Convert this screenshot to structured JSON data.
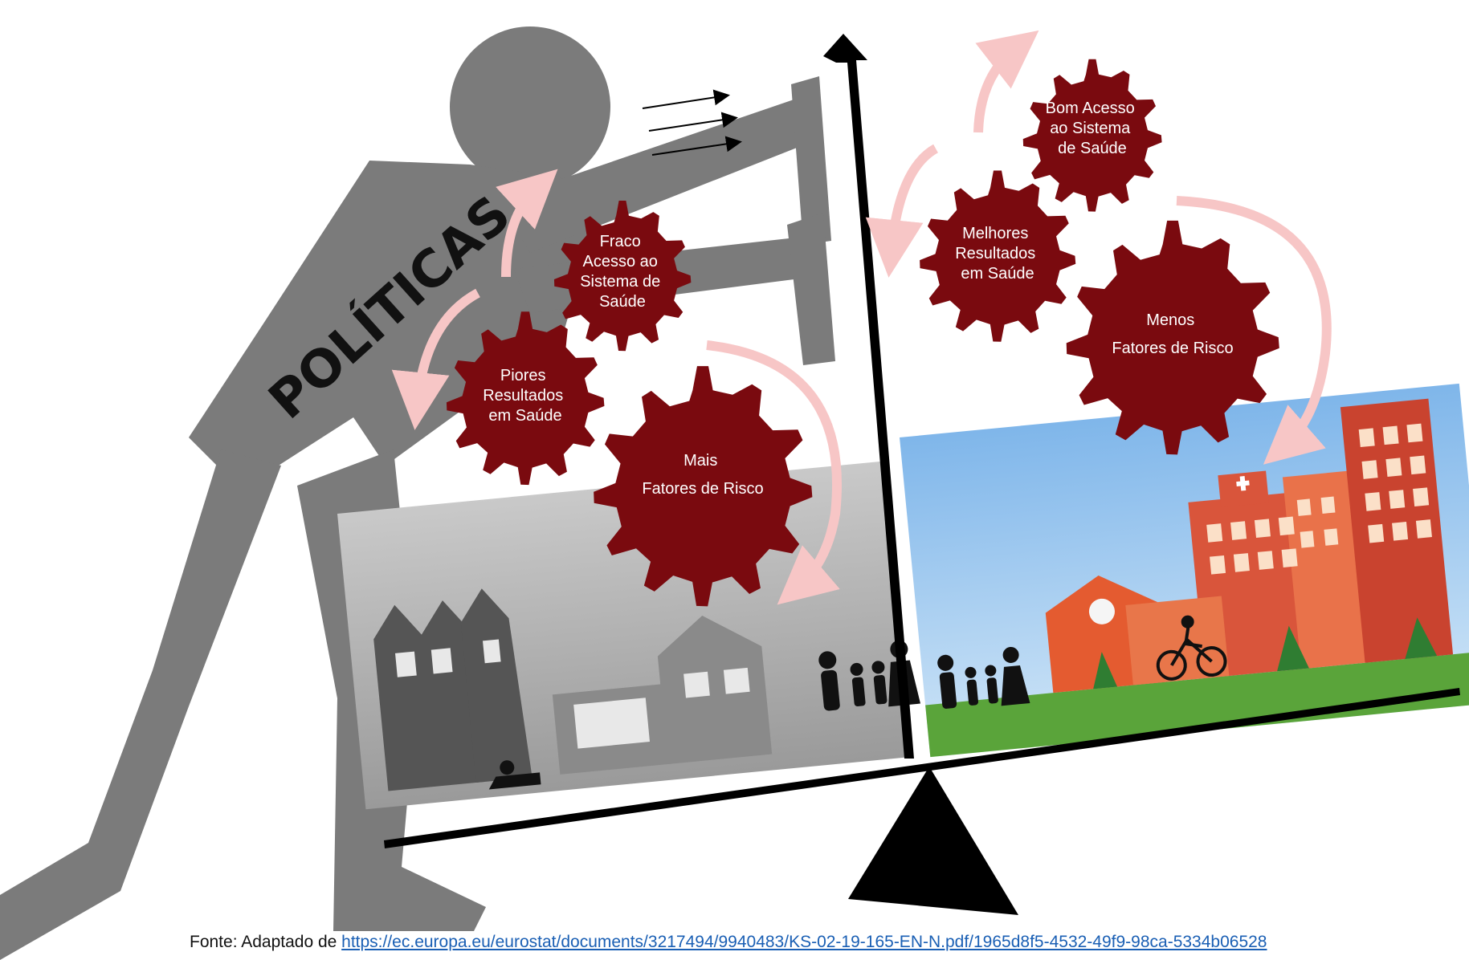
{
  "title": "POLÍTICAS",
  "left_side": {
    "gears": {
      "access": "Fraco Acesso ao Sistema de Saúde",
      "outcomes": "Piores Resultados em Saúde",
      "risk": "Mais Fatores de Risco"
    },
    "scene": "grey-town-with-family"
  },
  "right_side": {
    "gears": {
      "access": "Bom Acesso ao Sistema de Saúde",
      "outcomes": "Melhores Resultados em Saúde",
      "risk": "Menos Fatores de Risco"
    },
    "scene": "colorful-town-with-hospital"
  },
  "source": {
    "prefix": "Fonte: Adaptado de ",
    "link": "https://ec.europa.eu/eurostat/documents/3217494/9940483/KS-02-19-165-EN-N.pdf/1965d8f5-4532-49f9-98ca-5334b06528"
  },
  "colors": {
    "figure": "#7b7b7b",
    "gear": "#7a0a0f",
    "cycle_arrow": "#f7c6c6",
    "beam": "#000000",
    "sky": "#8ec1ee",
    "grass": "#5aa43a"
  },
  "icons": [
    "person-pushing-icon",
    "gear-icon",
    "balance-scale-icon",
    "family-icon",
    "bicycle-icon",
    "hospital-icon"
  ]
}
